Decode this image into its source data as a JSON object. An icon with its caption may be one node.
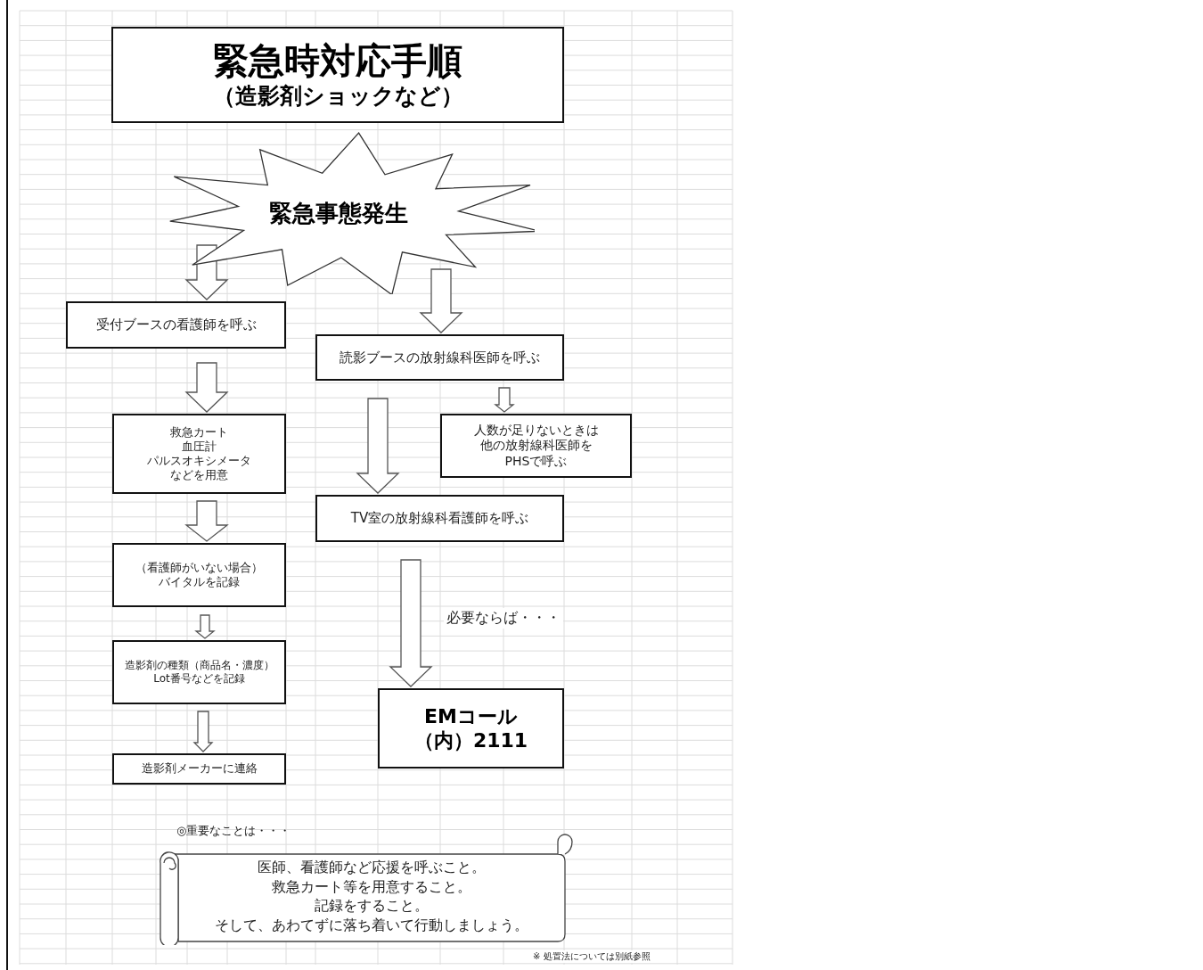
{
  "diagram": {
    "nodes": [
      {
        "text": [
          "緊急時対応手順",
          "（造影剤ショックなど）"
        ]
      },
      {
        "text": [
          "緊急事態発生"
        ]
      },
      {
        "text": [
          "受付ブースの看護師を呼ぶ"
        ]
      },
      {
        "text": [
          "救急カート",
          "血圧計",
          "パルスオキシメータ",
          "などを用意"
        ]
      },
      {
        "text": [
          "（看護師がいない場合）",
          "バイタルを記録"
        ]
      },
      {
        "text": [
          "造影剤の種類（商品名・濃度）",
          "Lot番号などを記録"
        ]
      },
      {
        "text": [
          "造影剤メーカーに連絡"
        ]
      },
      {
        "text": [
          "読影ブースの放射線科医師を呼ぶ"
        ]
      },
      {
        "text": [
          "人数が足りないときは他の放射線科医師をPHSで呼ぶ"
        ]
      },
      {
        "text": [
          "TV室の放射線科看護師を呼ぶ"
        ]
      },
      {
        "text": [
          "EMコール",
          "（内）2111"
        ]
      },
      {
        "text": [
          "◎重要なことは・・・",
          "医師、看護師など応援を呼ぶこと。",
          "救急カート等を用意すること。",
          "記録をすること。",
          "そして、あわてずに落ち着いて行動しましょう。"
        ]
      }
    ],
    "edges": [
      {
        "from": 1,
        "to": 2,
        "arrow": "to"
      },
      {
        "from": 1,
        "to": 7,
        "arrow": "to"
      },
      {
        "from": 2,
        "to": 3,
        "arrow": "to"
      },
      {
        "from": 3,
        "to": 4,
        "arrow": "to"
      },
      {
        "from": 4,
        "to": 5,
        "arrow": "to"
      },
      {
        "from": 5,
        "to": 6,
        "arrow": "to"
      },
      {
        "from": 7,
        "to": 8,
        "arrow": "to"
      },
      {
        "from": 7,
        "to": 9,
        "arrow": "to"
      },
      {
        "from": 9,
        "to": 10,
        "arrow": "to",
        "label": "必要ならば・・・"
      }
    ],
    "labels": [
      "※ 処置法については別紙参照"
    ]
  }
}
